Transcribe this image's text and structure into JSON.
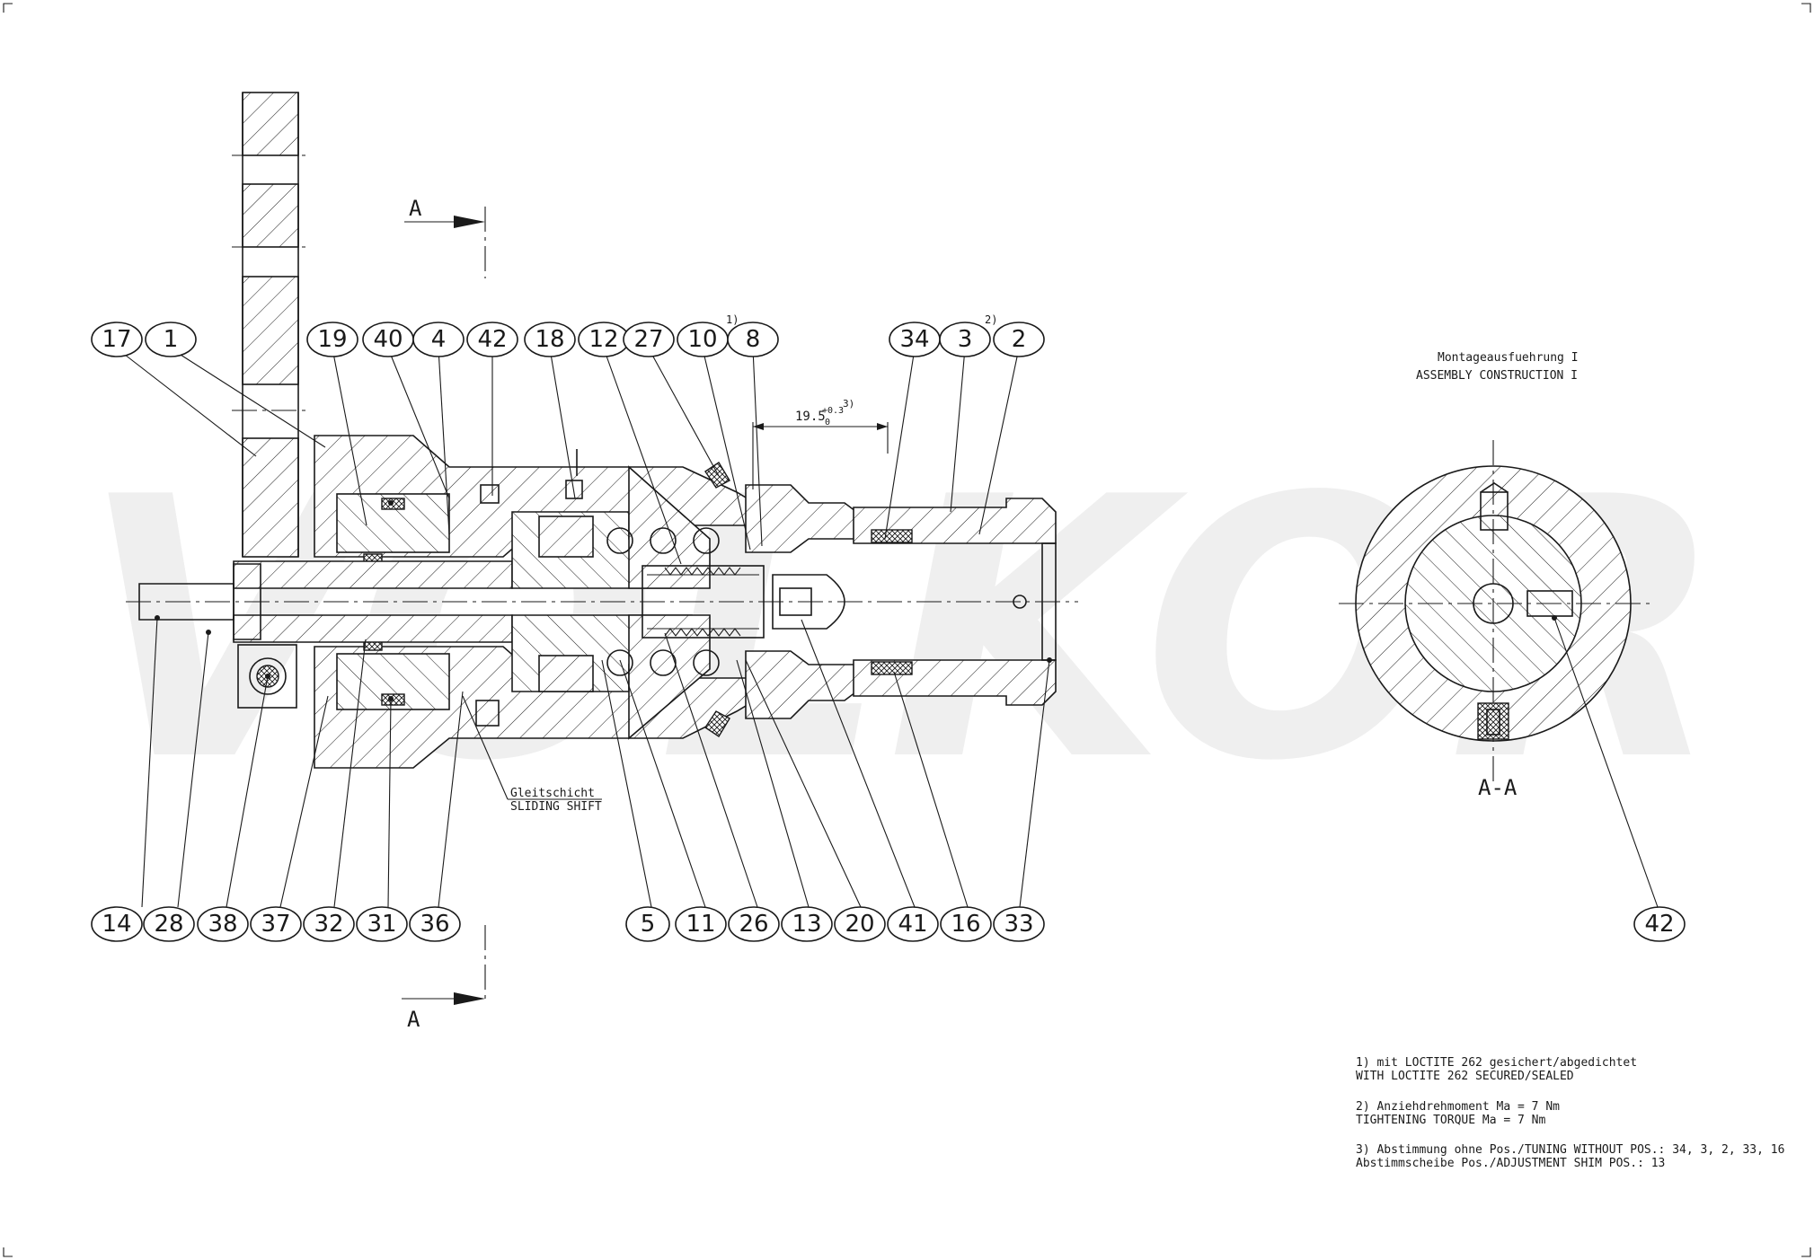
{
  "watermark": "VOLKOR",
  "section_label": "A",
  "section_view_label": "A-A",
  "assembly_title_de": "Montageausfuehrung I",
  "assembly_title_en": "ASSEMBLY CONSTRUCTION I",
  "dimension": {
    "value": "19.5",
    "upper_tol": "+0.3",
    "lower_tol": "0",
    "footnote": "3)"
  },
  "footnote_marks": {
    "pos10": "1)",
    "pos3": "2)"
  },
  "gleit_label_de": "Gleitschicht",
  "gleit_label_en": "SLIDING SHIFT",
  "notes": [
    "1) mit LOCTITE 262 gesichert/abgedichtet",
    "WITH LOCTITE 262 SECURED/SEALED",
    "2) Anziehdrehmoment Ma = 7 Nm",
    "TIGHTENING TORQUE Ma = 7 Nm",
    "3) Abstimmung ohne Pos./TUNING WITHOUT POS.: 34, 3, 2, 33, 16",
    "Abstimmscheibe Pos./ADJUSTMENT SHIM POS.: 13"
  ],
  "top_callouts": [
    "17",
    "1",
    "19",
    "40",
    "4",
    "42",
    "18",
    "12",
    "27",
    "10",
    "8",
    "34",
    "3",
    "2"
  ],
  "bottom_callouts": [
    "14",
    "28",
    "38",
    "37",
    "32",
    "31",
    "36",
    "5",
    "11",
    "26",
    "13",
    "20",
    "41",
    "16",
    "33"
  ],
  "section_callouts": [
    "42"
  ]
}
